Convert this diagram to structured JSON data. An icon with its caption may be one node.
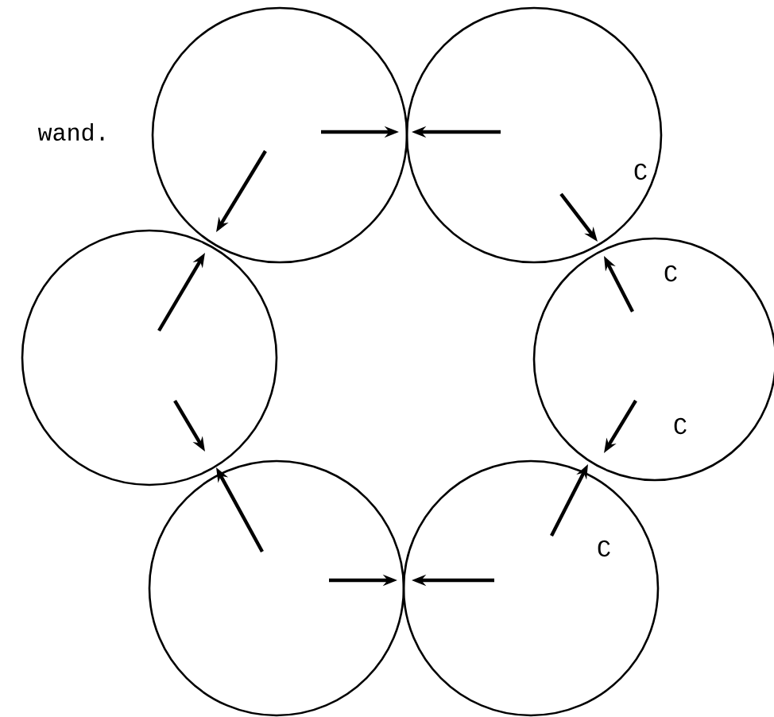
{
  "diagram": {
    "nodes": [
      {
        "text": [],
        "shape": "circle"
      },
      {
        "text": [],
        "shape": "circle"
      },
      {
        "text": [],
        "shape": "circle"
      },
      {
        "text": [],
        "shape": "circle"
      },
      {
        "text": [],
        "shape": "circle"
      },
      {
        "text": [],
        "shape": "circle"
      }
    ],
    "labels": [
      "wand.",
      "C",
      "C",
      "C",
      "C"
    ]
  }
}
